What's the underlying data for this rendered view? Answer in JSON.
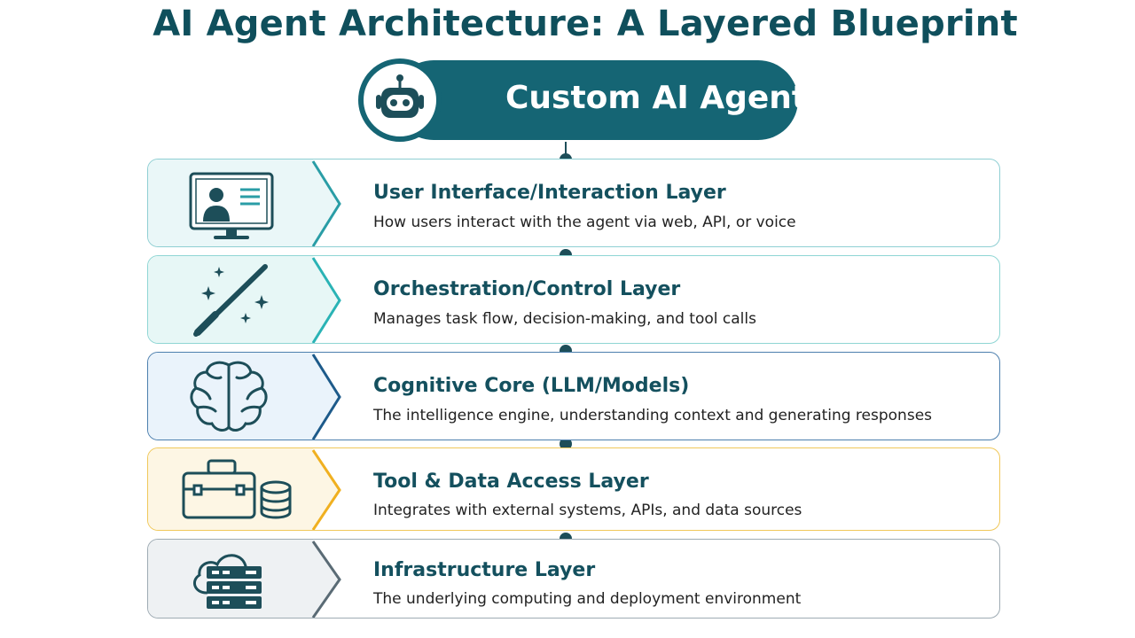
{
  "title": "AI Agent Architecture: A Layered Blueprint",
  "hub": {
    "label": "Custom AI Agent",
    "icon": "robot-icon"
  },
  "colors": {
    "title": "#0f4f5c",
    "hub": "#156574",
    "connector": "#1d4e59"
  },
  "layers": [
    {
      "title": "User Interface/Interaction Layer",
      "description": "How users interact with the agent via web, API, or voice",
      "icon": "monitor-user-icon",
      "accent": "#2a9da6",
      "fill": "#eaf7f8",
      "border": "#8fcfd3"
    },
    {
      "title": "Orchestration/Control Layer",
      "description": "Manages task flow, decision-making, and tool calls",
      "icon": "magic-wand-icon",
      "accent": "#2ab3b5",
      "fill": "#e7f7f6",
      "border": "#8fd6d4"
    },
    {
      "title": "Cognitive Core (LLM/Models)",
      "description": "The intelligence engine, understanding context and generating responses",
      "icon": "brain-icon",
      "accent": "#1d5a8a",
      "fill": "#eaf3fb",
      "border": "#4c7fae"
    },
    {
      "title": "Tool & Data Access Layer",
      "description": "Integrates with external systems, APIs, and data sources",
      "icon": "toolbox-database-icon",
      "accent": "#f0b020",
      "fill": "#fdf6e4",
      "border": "#f0c85a"
    },
    {
      "title": "Infrastructure Layer",
      "description": "The underlying computing and deployment environment",
      "icon": "cloud-server-icon",
      "accent": "#5a6b75",
      "fill": "#eef1f3",
      "border": "#9eabb3"
    }
  ]
}
